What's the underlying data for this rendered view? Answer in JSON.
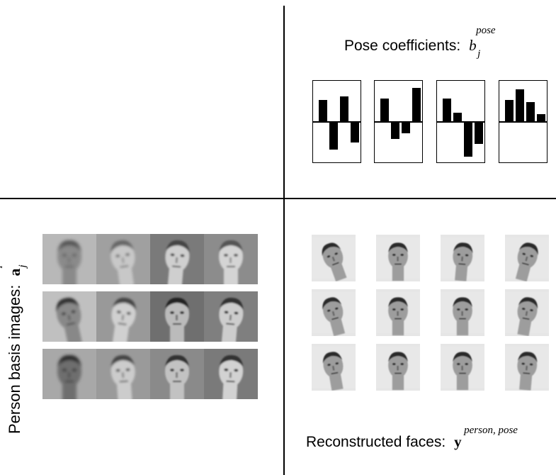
{
  "pose_panel": {
    "title_text": "Pose coefficients:",
    "symbol": "b",
    "superscript": "pose",
    "subscript": "j",
    "coefficient_charts": [
      {
        "values": [
          0.6,
          -0.75,
          0.7,
          -0.55
        ]
      },
      {
        "values": [
          0.65,
          -0.45,
          -0.3,
          0.95
        ]
      },
      {
        "values": [
          0.65,
          0.25,
          -0.95,
          -0.6
        ]
      },
      {
        "values": [
          0.6,
          0.9,
          0.55,
          0.2
        ]
      }
    ]
  },
  "person_panel": {
    "label_text": "Person basis images:",
    "symbol": "a",
    "superscript": "person",
    "subscript": "j",
    "rows": 3,
    "columns": 4
  },
  "recon_panel": {
    "title_text": "Reconstructed faces:",
    "symbol": "y",
    "superscript": "person, pose",
    "rows": 3,
    "columns": 4
  },
  "colors": {
    "line": "#000000",
    "background": "#ffffff",
    "image_gray": "#9a9a9a"
  }
}
